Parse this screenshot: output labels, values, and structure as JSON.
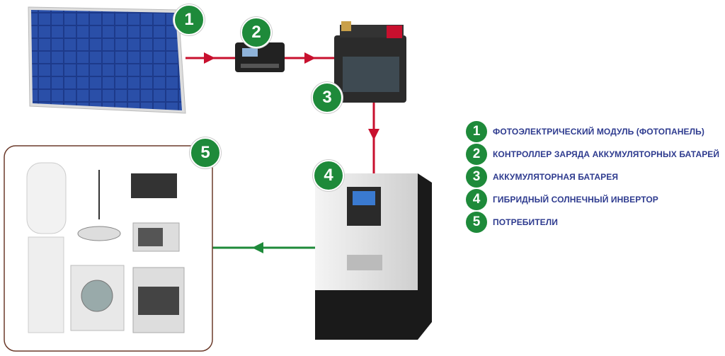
{
  "colors": {
    "badge": "#1e8a3a",
    "dc_line": "#c8102e",
    "ac_line": "#1e8a3a",
    "legend_text": "#2e3b8f",
    "box_border": "#6b3a2a"
  },
  "badges": [
    "1",
    "2",
    "3",
    "4",
    "5"
  ],
  "legend": [
    {
      "num": "1",
      "label": "ФОТОЭЛЕКТРИЧЕСКИЙ МОДУЛЬ (ФОТОПАНЕЛЬ)"
    },
    {
      "num": "2",
      "label": "КОНТРОЛЛЕР ЗАРЯДА АККУМУЛЯТОРНЫХ БАТАРЕЙ"
    },
    {
      "num": "3",
      "label": "АККУМУЛЯТОРНАЯ БАТАРЕЯ"
    },
    {
      "num": "4",
      "label": "ГИБРИДНЫЙ СОЛНЕЧНЫЙ ИНВЕРТОР"
    },
    {
      "num": "5",
      "label": "ПОТРЕБИТЕЛИ"
    }
  ]
}
